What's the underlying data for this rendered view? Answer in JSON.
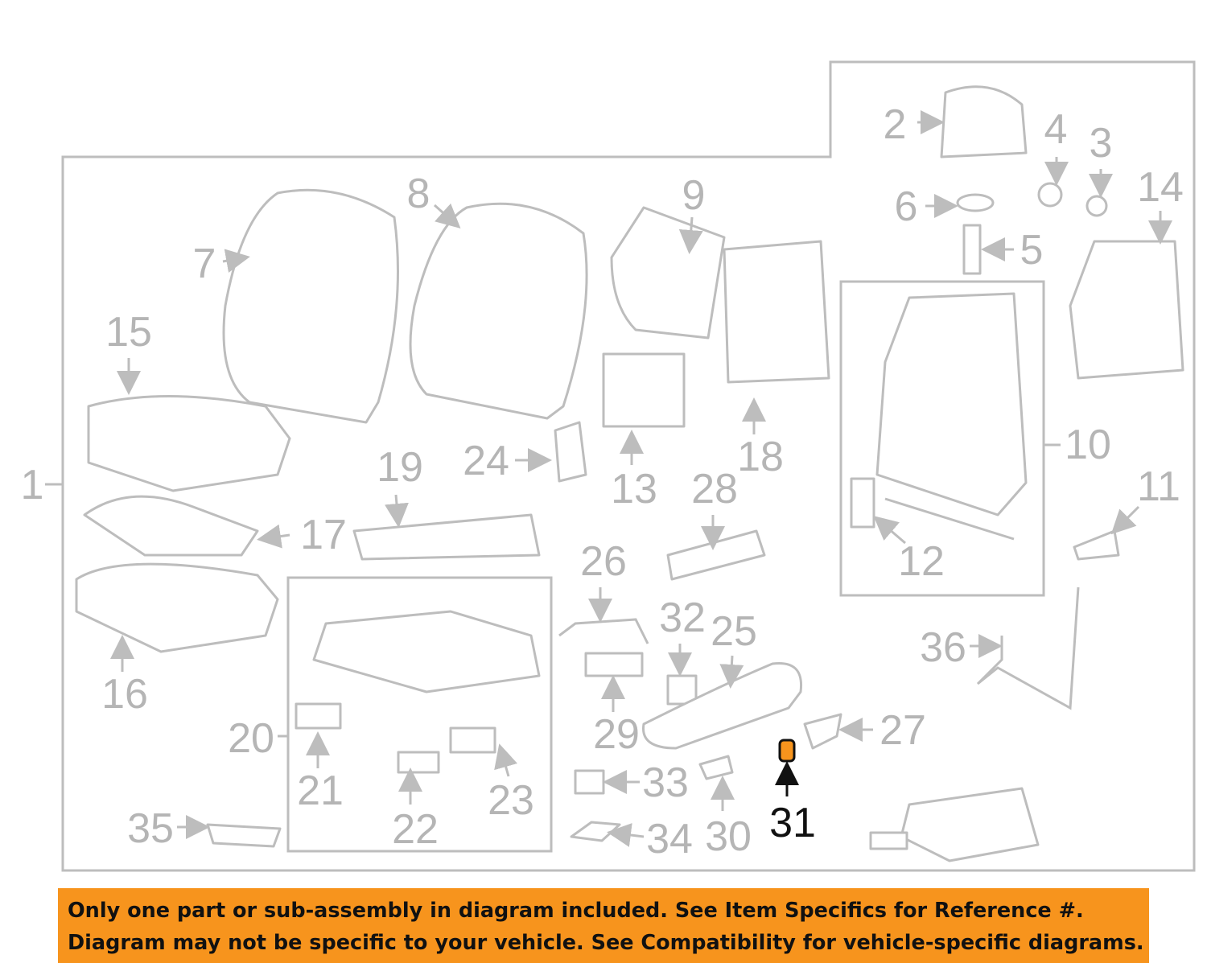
{
  "diagram": {
    "title": "Seat assembly parts diagram",
    "highlight_color": "#F7941D",
    "highlighted_callout": "31",
    "callouts": {
      "1": "1",
      "2": "2",
      "3": "3",
      "4": "4",
      "5": "5",
      "6": "6",
      "7": "7",
      "8": "8",
      "9": "9",
      "10": "10",
      "11": "11",
      "12": "12",
      "13": "13",
      "14": "14",
      "15": "15",
      "16": "16",
      "17": "17",
      "18": "18",
      "19": "19",
      "20": "20",
      "21": "21",
      "22": "22",
      "23": "23",
      "24": "24",
      "25": "25",
      "26": "26",
      "27": "27",
      "28": "28",
      "29": "29",
      "30": "30",
      "31": "31",
      "32": "32",
      "33": "33",
      "34": "34",
      "35": "35",
      "36": "36"
    }
  },
  "banner": {
    "line1": "Only one part or sub-assembly in diagram included. See Item Specifics for Reference #.",
    "line2": "Diagram may not be specific to your vehicle. See Compatibility for vehicle-specific diagrams.",
    "color": "#F7941D"
  }
}
